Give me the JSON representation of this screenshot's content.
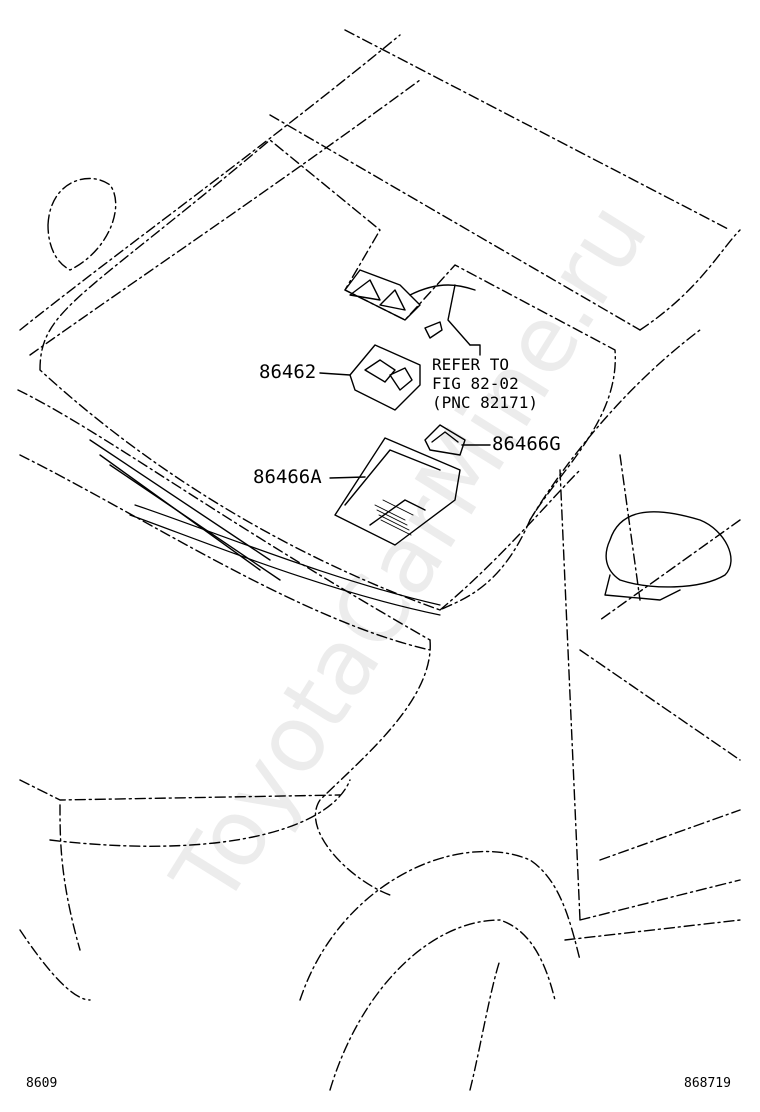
{
  "callouts": {
    "part_86462": "86462",
    "part_86466a": "86466A",
    "part_86466g": "86466G"
  },
  "reference": {
    "line1": "REFER TO",
    "line2": "FIG 82-02",
    "line3": "(PNC 82171)"
  },
  "footer": {
    "left_code": "8609",
    "right_code": "868719"
  },
  "watermark": "ToyotaCarMine.ru",
  "colors": {
    "ink": "#000000",
    "paper": "#ffffff"
  }
}
